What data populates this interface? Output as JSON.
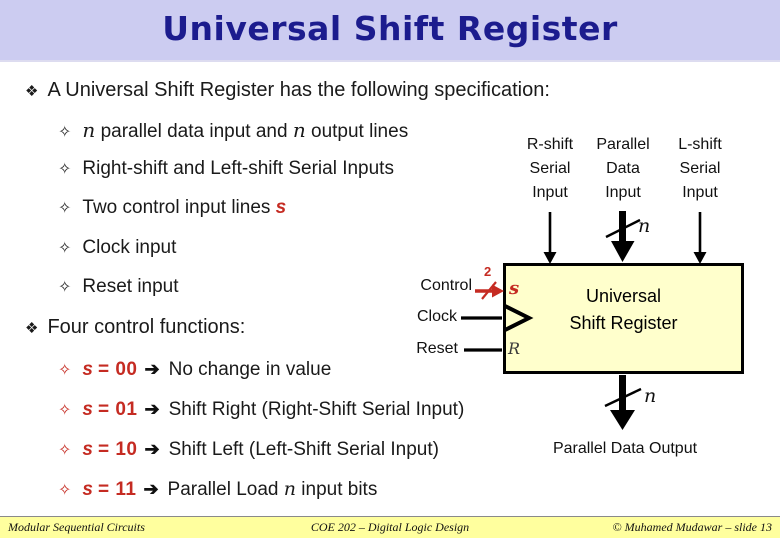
{
  "title": "Universal Shift Register",
  "icons": {
    "bullet_main": "❖",
    "bullet_sub": "✧",
    "arrow": "➔"
  },
  "colors": {
    "title_navy": "#1c1c8e",
    "accent_red": "#c52b22",
    "header_band": "#ccccf1",
    "box_fill": "#ffffcc",
    "footer_band": "#ffff9e"
  },
  "spec": {
    "header": "A Universal Shift Register has the following specification:",
    "item_io": {
      "var1": "n",
      "mid": " parallel data input and ",
      "var2": "n",
      "post": " output lines"
    },
    "item_serial": "Right-shift and Left-shift Serial Inputs",
    "item_control": {
      "pre": "Two control input lines ",
      "port": "s"
    },
    "item_clock": "Clock input",
    "item_reset": "Reset input"
  },
  "functions": {
    "header": "Four control functions:",
    "items": [
      {
        "s": "s",
        "eq": "= 00",
        "desc_pre": "No change in value"
      },
      {
        "s": "s",
        "eq": "= 01",
        "desc_pre": "Shift Right (Right-Shift Serial Input)"
      },
      {
        "s": "s",
        "eq": "= 10",
        "desc_pre": "Shift Left (Left-Shift Serial Input)"
      },
      {
        "s": "s",
        "eq": "= 11",
        "desc_pre": "Parallel Load ",
        "var": "n",
        "desc_post": " input bits"
      }
    ]
  },
  "diagram": {
    "top_inputs": [
      {
        "label": "R-shift Serial Input"
      },
      {
        "label": "Parallel Data Input",
        "bus": "n"
      },
      {
        "label": "L-shift Serial Input"
      }
    ],
    "box": {
      "line1": "Universal",
      "line2": "Shift Register",
      "port_s": "s",
      "port_r": "R"
    },
    "left_inputs": {
      "control": "Control",
      "control_bus": "2",
      "clock": "Clock",
      "reset": "Reset"
    },
    "output": {
      "label": "Parallel Data Output",
      "bus": "n"
    }
  },
  "footer": {
    "left": "Modular Sequential Circuits",
    "center": "COE 202 – Digital Logic Design",
    "right": "© Muhamed Mudawar – slide 13"
  }
}
